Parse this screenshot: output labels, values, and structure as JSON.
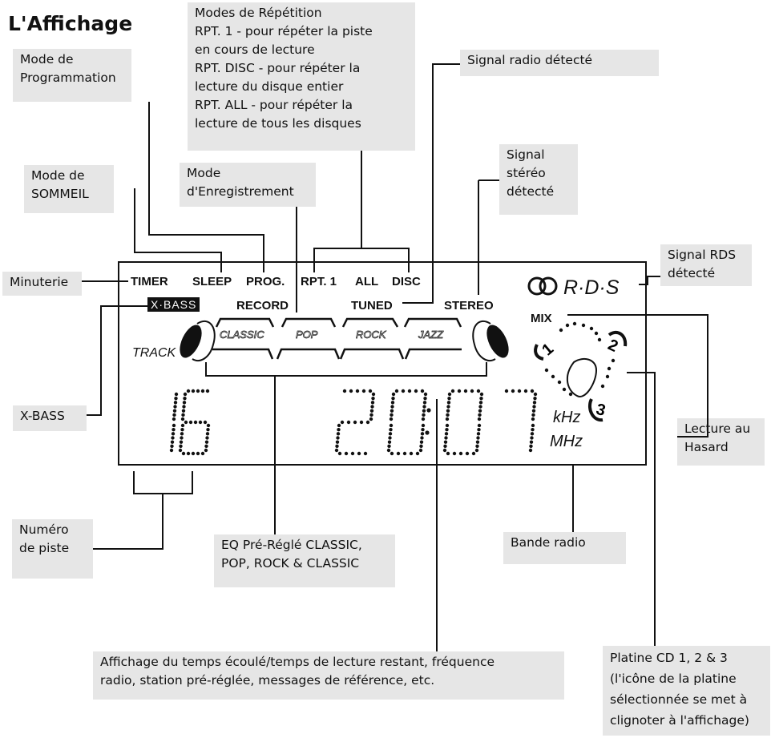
{
  "title": "L'Affichage",
  "callouts": {
    "repeat": [
      "Modes de Répétition",
      "RPT. 1 - pour répéter la piste",
      "en cours de lecture",
      "RPT. DISC - pour répéter la",
      "lecture du disque entier",
      "RPT. ALL - pour répéter la",
      "lecture de tous les disques"
    ],
    "programming": [
      "Mode de",
      "Programmation"
    ],
    "radio_signal": [
      "Signal radio détecté"
    ],
    "stereo": [
      "Signal",
      "stéréo",
      "détecté"
    ],
    "sleep": [
      "Mode de",
      "SOMMEIL"
    ],
    "record": [
      "Mode",
      "d'Enregistrement"
    ],
    "rds": [
      "Signal RDS",
      "détecté"
    ],
    "timer": [
      "Minuterie"
    ],
    "xbass": [
      "X-BASS"
    ],
    "random": [
      "Lecture au",
      "Hasard"
    ],
    "track": [
      "Numéro",
      "de piste"
    ],
    "eq": [
      "EQ Pré-Réglé CLASSIC,",
      "POP, ROCK & CLASSIC"
    ],
    "band": [
      "Bande radio"
    ],
    "time": [
      "Affichage du temps écoulé/temps de lecture restant, fréquence",
      "radio, station pré-réglée, messages de référence, etc."
    ],
    "cd": [
      "Platine CD 1, 2 & 3",
      "(l'icône de la platine",
      "sélectionnée se met à",
      "clignoter à l'affichage)"
    ]
  },
  "display": {
    "timer": "TIMER",
    "sleep": "SLEEP",
    "prog": "PROG.",
    "rpt1": "RPT. 1",
    "all": "ALL",
    "disc": "DISC",
    "xbass": "X·BASS",
    "record": "RECORD",
    "tuned": "TUNED",
    "stereo": "STEREO",
    "eq": [
      "CLASSIC",
      "POP",
      "ROCK",
      "JAZZ"
    ],
    "track_label": "TRACK",
    "mix": "MIX",
    "rds": "R·D·S",
    "track_digits": "16",
    "time_digits": "20:07",
    "khz": "kHz",
    "mhz": "MHz",
    "cd_numbers": [
      "1",
      "2",
      "3"
    ]
  }
}
